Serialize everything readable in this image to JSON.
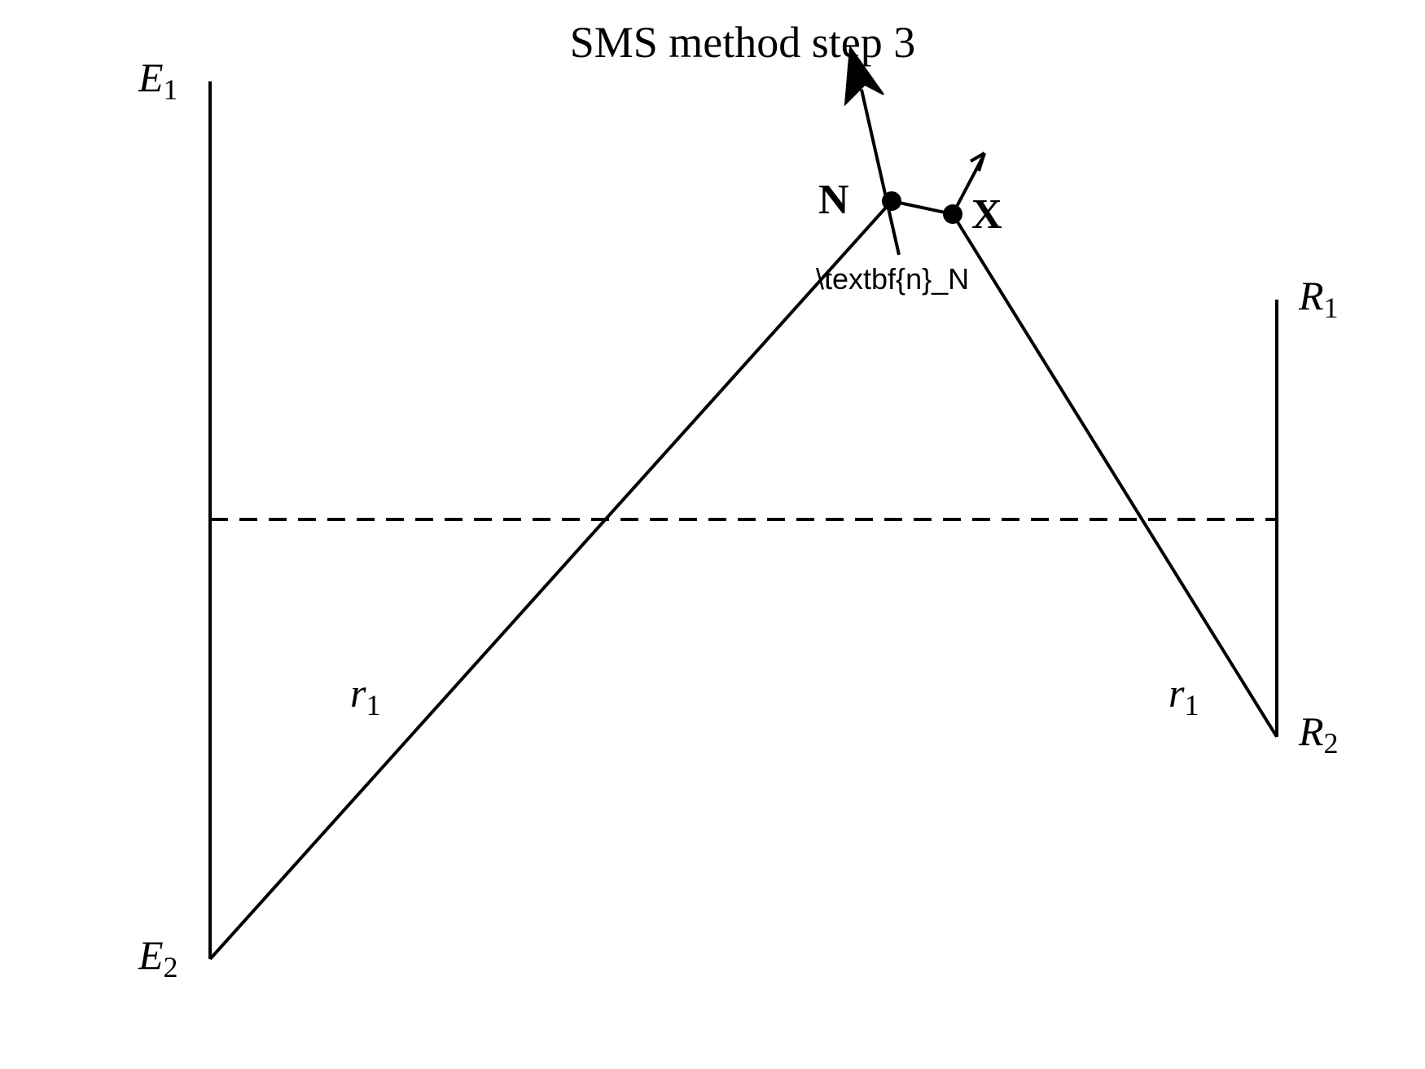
{
  "diagram": {
    "title": "SMS method step 3",
    "labels": {
      "e1": {
        "base": "E",
        "sub": "1"
      },
      "e2": {
        "base": "E",
        "sub": "2"
      },
      "r1_top": {
        "base": "R",
        "sub": "1"
      },
      "r2": {
        "base": "R",
        "sub": "2"
      },
      "left_ray": {
        "base": "r",
        "sub": "1"
      },
      "right_ray": {
        "base": "r",
        "sub": "1"
      },
      "point_n": "N",
      "point_x": "X",
      "normal_label": "\\textbf{n}_N"
    },
    "colors": {
      "stroke": "#000000",
      "background": "#ffffff"
    }
  }
}
